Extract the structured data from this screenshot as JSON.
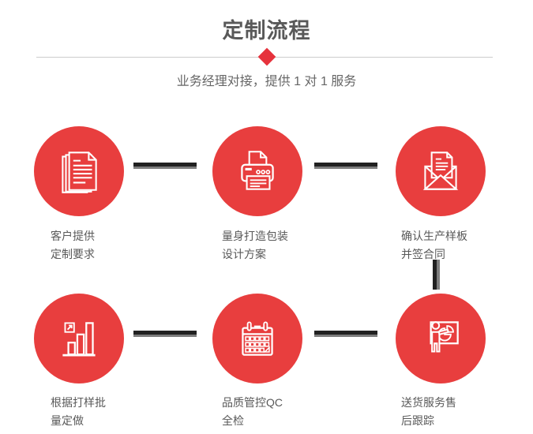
{
  "header": {
    "title": "定制流程",
    "subtitle": "业务经理对接，提供 1 对 1 服务"
  },
  "colors": {
    "accent_red": "#e83e3e",
    "diamond_red": "#e6323c",
    "connector_dark": "#212121",
    "connector_gray": "#7d7d7d",
    "text_gray": "#595959",
    "divider_gray": "#cccccc"
  },
  "steps": [
    {
      "icon": "documents-icon",
      "label_line1": "客户提供",
      "label_line2": "定制要求"
    },
    {
      "icon": "printer-icon",
      "label_line1": "量身打造包装",
      "label_line2": "设计方案"
    },
    {
      "icon": "envelope-icon",
      "label_line1": "确认生产样板",
      "label_line2": "并签合同"
    },
    {
      "icon": "bar-chart-icon",
      "label_line1": "根据打样批",
      "label_line2": "量定做"
    },
    {
      "icon": "calendar-icon",
      "label_line1": "品质管控QC",
      "label_line2": "全检"
    },
    {
      "icon": "presentation-icon",
      "label_line1": "送货服务售",
      "label_line2": "后跟踪"
    }
  ]
}
